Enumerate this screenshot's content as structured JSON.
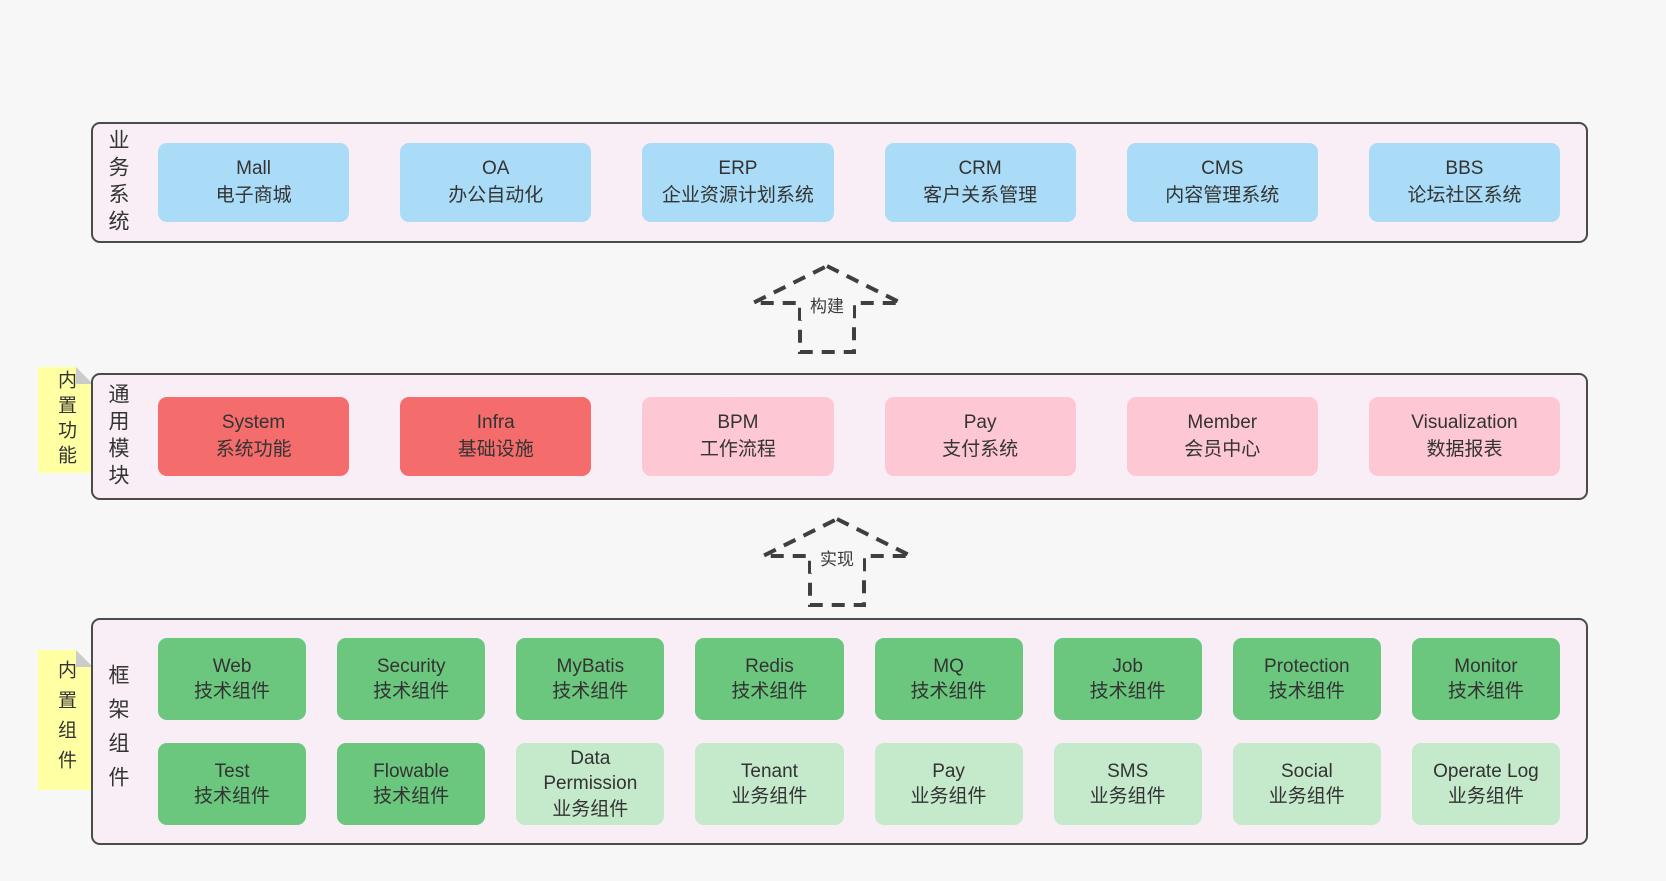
{
  "diagram": {
    "title_hint": "layered-architecture-diagram",
    "layers": [
      {
        "label": "业务系统",
        "boxes": [
          {
            "title": "Mall",
            "subtitle": "电子商城"
          },
          {
            "title": "OA",
            "subtitle": "办公自动化"
          },
          {
            "title": "ERP",
            "subtitle": "企业资源计划系统"
          },
          {
            "title": "CRM",
            "subtitle": "客户关系管理"
          },
          {
            "title": "CMS",
            "subtitle": "内容管理系统"
          },
          {
            "title": "BBS",
            "subtitle": "论坛社区系统"
          }
        ]
      },
      {
        "label": "通用模块",
        "note": "内置功能",
        "boxes": [
          {
            "title": "System",
            "subtitle": "系统功能"
          },
          {
            "title": "Infra",
            "subtitle": "基础设施"
          },
          {
            "title": "BPM",
            "subtitle": "工作流程"
          },
          {
            "title": "Pay",
            "subtitle": "支付系统"
          },
          {
            "title": "Member",
            "subtitle": "会员中心"
          },
          {
            "title": "Visualization",
            "subtitle": "数据报表"
          }
        ]
      },
      {
        "label": "框架组件",
        "note": "内置组件",
        "boxes": [
          {
            "title": "Web",
            "subtitle": "技术组件"
          },
          {
            "title": "Security",
            "subtitle": "技术组件"
          },
          {
            "title": "MyBatis",
            "subtitle": "技术组件"
          },
          {
            "title": "Redis",
            "subtitle": "技术组件"
          },
          {
            "title": "MQ",
            "subtitle": "技术组件"
          },
          {
            "title": "Job",
            "subtitle": "技术组件"
          },
          {
            "title": "Protection",
            "subtitle": "技术组件"
          },
          {
            "title": "Monitor",
            "subtitle": "技术组件"
          },
          {
            "title": "Test",
            "subtitle": "技术组件"
          },
          {
            "title": "Flowable",
            "subtitle": "技术组件"
          },
          {
            "title": "Data Permission",
            "subtitle": "业务组件"
          },
          {
            "title": "Tenant",
            "subtitle": "业务组件"
          },
          {
            "title": "Pay",
            "subtitle": "业务组件"
          },
          {
            "title": "SMS",
            "subtitle": "业务组件"
          },
          {
            "title": "Social",
            "subtitle": "业务组件"
          },
          {
            "title": "Operate Log",
            "subtitle": "业务组件"
          }
        ]
      }
    ],
    "arrows": [
      {
        "label": "构建"
      },
      {
        "label": "实现"
      }
    ],
    "colors": {
      "page_bg": "#f7f7f7",
      "layer_bg": "#f9edf6",
      "layer_border": "#4b4b4b",
      "system_blue": "#aadcf7",
      "core_red": "#f56c6c",
      "module_pink": "#fdc8d3",
      "tech_green": "#6bc77e",
      "biz_green": "#c5e9cb",
      "note_yellow": "#ffffa3",
      "text": "#333333"
    }
  }
}
